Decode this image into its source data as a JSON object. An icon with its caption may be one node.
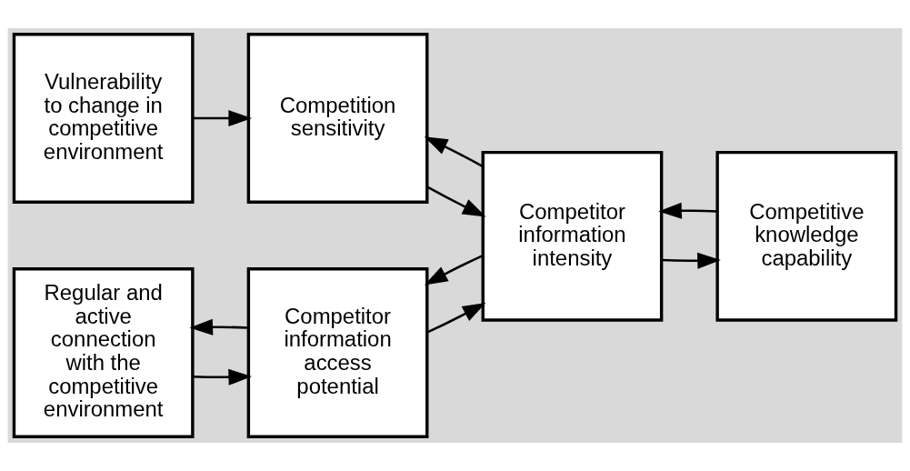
{
  "diagram": {
    "nodes": [
      {
        "text": [
          "Vulnerability to change in competitive environment"
        ]
      },
      {
        "text": [
          "Competition sensitivity"
        ]
      },
      {
        "text": [
          "Regular and active connection with the competitive environment"
        ]
      },
      {
        "text": [
          "Competitor information access potential"
        ]
      },
      {
        "text": [
          "Competitor information intensity"
        ]
      },
      {
        "text": [
          "Competitive knowledge capability"
        ]
      }
    ],
    "edges": [
      {
        "from": 0,
        "to": 1,
        "arrow": "to"
      },
      {
        "from": 4,
        "to": 1,
        "arrow": "to"
      },
      {
        "from": 1,
        "to": 4,
        "arrow": "to"
      },
      {
        "from": 2,
        "to": 3,
        "arrow": "to"
      },
      {
        "from": 3,
        "to": 2,
        "arrow": "to"
      },
      {
        "from": 3,
        "to": 4,
        "arrow": "to"
      },
      {
        "from": 4,
        "to": 3,
        "arrow": "to"
      },
      {
        "from": 4,
        "to": 5,
        "arrow": "to"
      },
      {
        "from": 5,
        "to": 4,
        "arrow": "to"
      }
    ]
  }
}
